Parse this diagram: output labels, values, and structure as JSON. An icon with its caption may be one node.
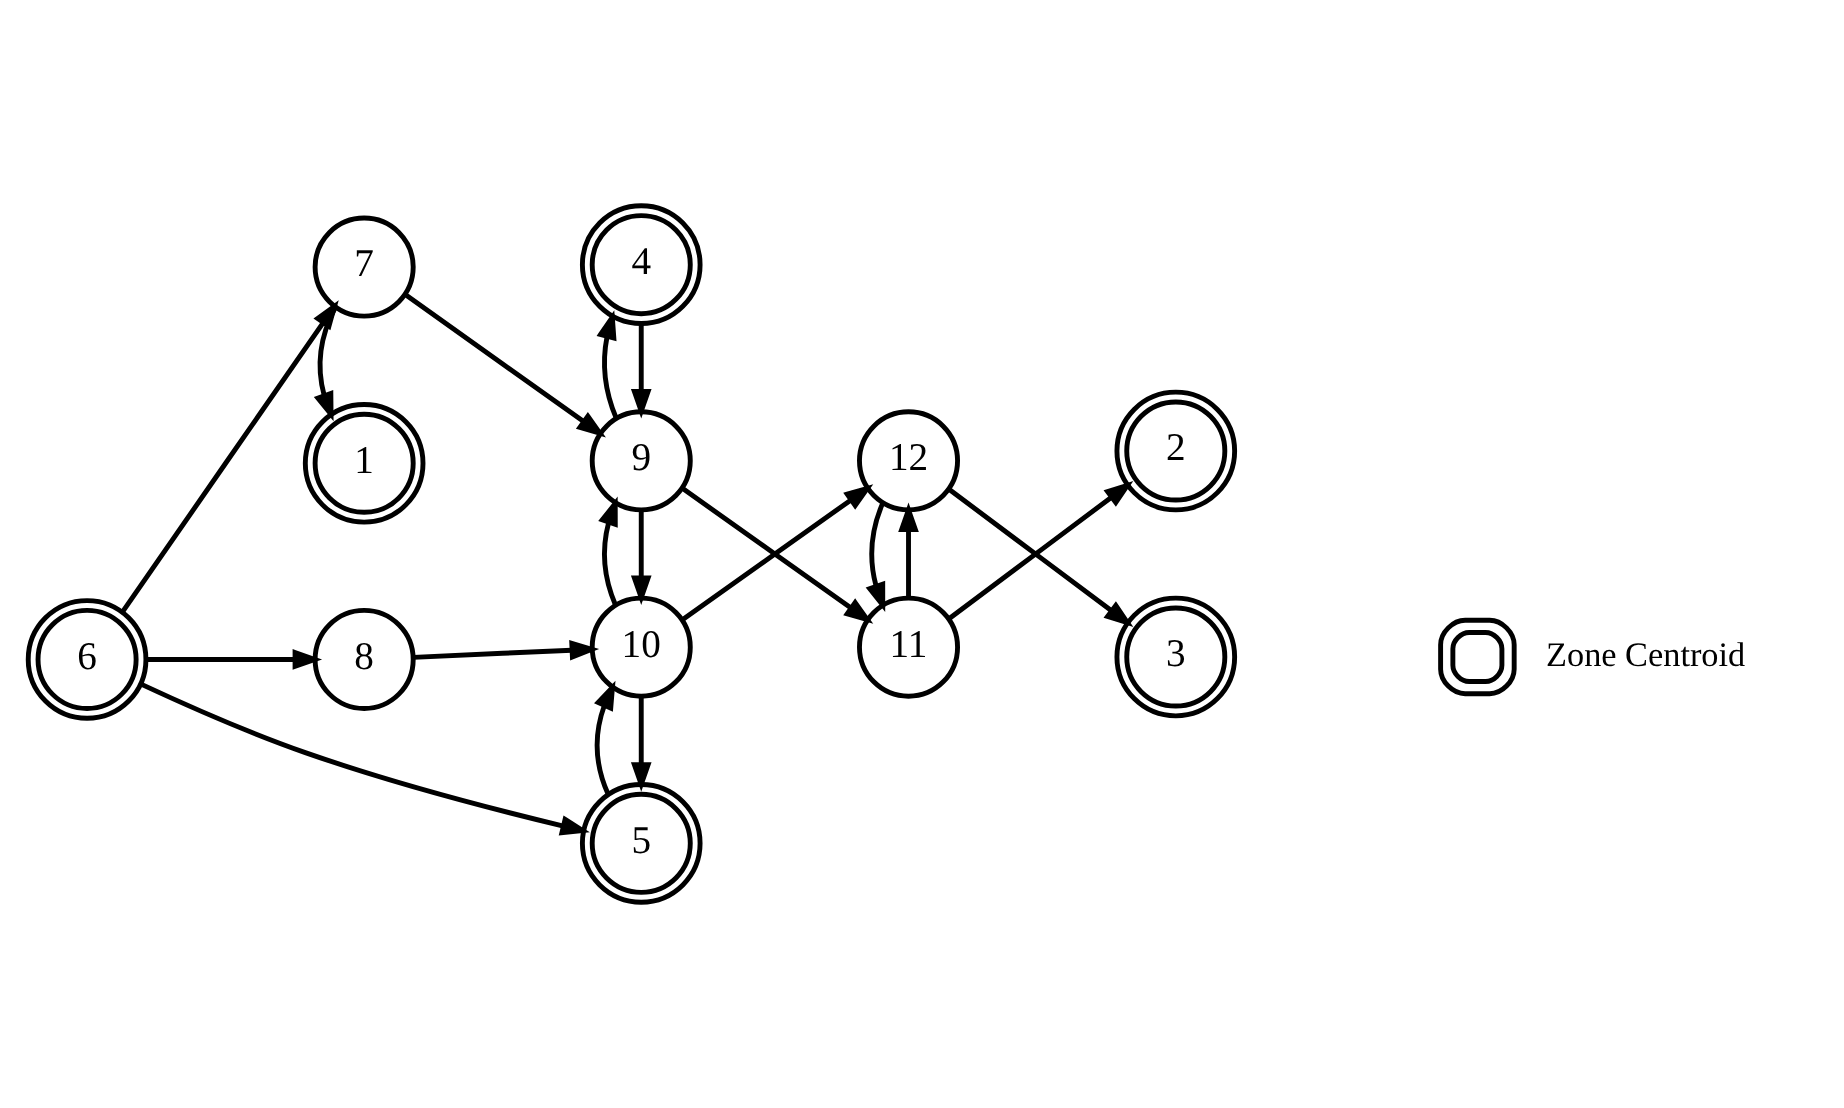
{
  "diagram": {
    "nodes": [
      {
        "text": [
          "1"
        ]
      },
      {
        "text": [
          "4"
        ]
      },
      {
        "text": [
          "7"
        ]
      },
      {
        "text": [
          "9"
        ]
      },
      {
        "text": [
          "11"
        ]
      },
      {
        "text": [
          "2"
        ]
      },
      {
        "text": [
          "6"
        ]
      },
      {
        "text": [
          "8"
        ]
      },
      {
        "text": [
          "10"
        ]
      },
      {
        "text": [
          "12"
        ]
      },
      {
        "text": [
          "3"
        ]
      },
      {
        "text": [
          "5"
        ]
      }
    ],
    "edges": [
      {
        "from": 2,
        "to": 0,
        "arrow": "to"
      },
      {
        "from": 6,
        "to": 2,
        "arrow": "to"
      },
      {
        "from": 6,
        "to": 7,
        "arrow": "to"
      },
      {
        "from": 6,
        "to": 11,
        "arrow": "to"
      },
      {
        "from": 2,
        "to": 3,
        "arrow": "to"
      },
      {
        "from": 1,
        "to": 3,
        "arrow": "to"
      },
      {
        "from": 3,
        "to": 1,
        "arrow": "to"
      },
      {
        "from": 3,
        "to": 4,
        "arrow": "to"
      },
      {
        "from": 4,
        "to": 5,
        "arrow": "to"
      },
      {
        "from": 3,
        "to": 8,
        "arrow": "to"
      },
      {
        "from": 8,
        "to": 3,
        "arrow": "to"
      },
      {
        "from": 4,
        "to": 9,
        "arrow": "to"
      },
      {
        "from": 9,
        "to": 4,
        "arrow": "to"
      },
      {
        "from": 7,
        "to": 8,
        "arrow": "to"
      },
      {
        "from": 8,
        "to": 9,
        "arrow": "to"
      },
      {
        "from": 9,
        "to": 10,
        "arrow": "to"
      },
      {
        "from": 8,
        "to": 11,
        "arrow": "to"
      },
      {
        "from": 11,
        "to": 8,
        "arrow": "to"
      }
    ],
    "legend": [
      {
        "text": "Zone Centroid"
      }
    ]
  }
}
